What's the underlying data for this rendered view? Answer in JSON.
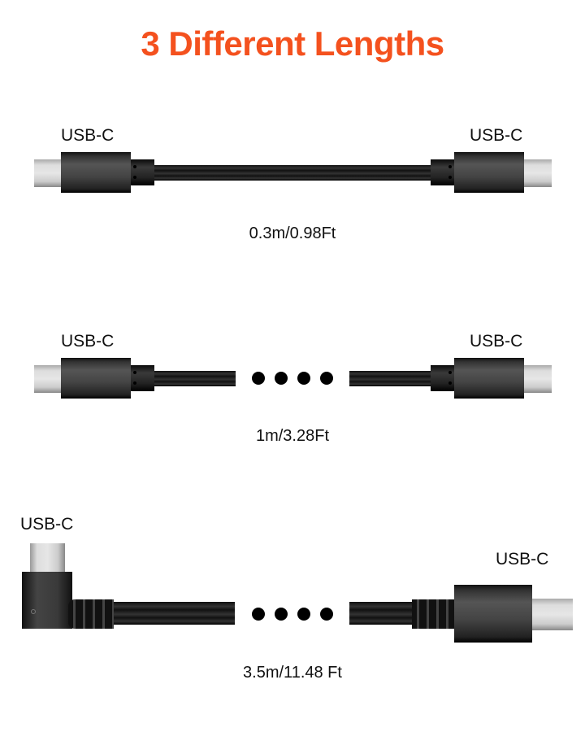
{
  "title": "3 Different Lengths",
  "accent_color": "#f4511e",
  "cables": [
    {
      "left_label": "USB-C",
      "right_label": "USB-C",
      "length": "0.3m/0.98Ft"
    },
    {
      "left_label": "USB-C",
      "right_label": "USB-C",
      "length": "1m/3.28Ft"
    },
    {
      "left_label": "USB-C",
      "right_label": "USB-C",
      "length": "3.5m/11.48 Ft"
    }
  ]
}
